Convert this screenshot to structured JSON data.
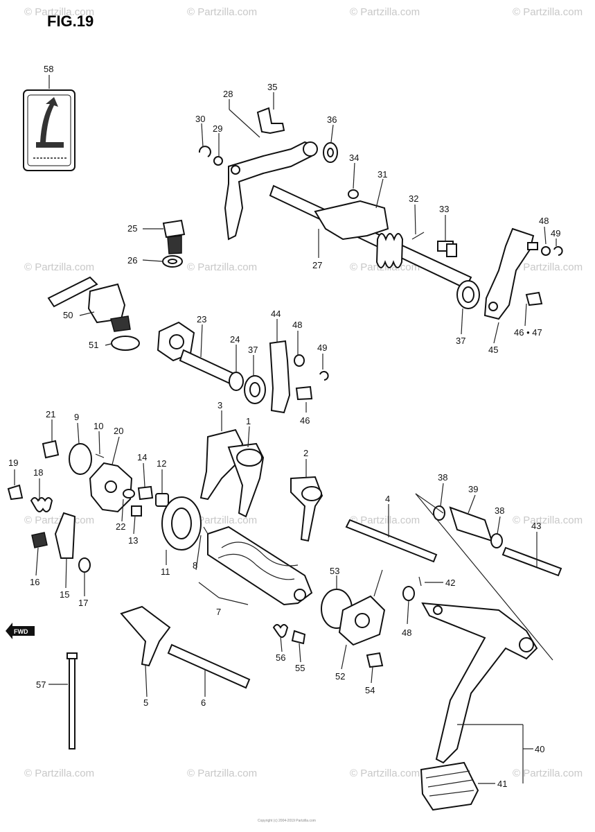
{
  "figure_title": "FIG.19",
  "watermarks": [
    "© Partzilla.com",
    "© Partzilla.com",
    "© Partzilla.com",
    "© Partzilla.com",
    "© Partzilla.com",
    "© Partzilla.com",
    "© Partzilla.com",
    "© Partzilla.com",
    "© Partzilla.com",
    "© Partzilla.com",
    "© Partzilla.com",
    "© Partzilla.com",
    "© Partzilla.com",
    "© Partzilla.com",
    "© Partzilla.com",
    "© Partzilla.com"
  ],
  "copyright_line": "Copyright (c) 2004-2019 Partzilla.com",
  "fwd_label": "FWD",
  "callouts": {
    "c1": "1",
    "c2": "2",
    "c3": "3",
    "c4": "4",
    "c5": "5",
    "c6": "6",
    "c7": "7",
    "c8": "8",
    "c9": "9",
    "c10": "10",
    "c11": "11",
    "c12": "12",
    "c13": "13",
    "c14": "14",
    "c15": "15",
    "c16": "16",
    "c17": "17",
    "c18": "18",
    "c19": "19",
    "c20": "20",
    "c21": "21",
    "c22": "22",
    "c23": "23",
    "c24": "24",
    "c25": "25",
    "c26": "26",
    "c27": "27",
    "c28": "28",
    "c29": "29",
    "c30": "30",
    "c31": "31",
    "c32": "32",
    "c33": "33",
    "c34": "34",
    "c35": "35",
    "c36": "36",
    "c37a": "37",
    "c37b": "37",
    "c38a": "38",
    "c38b": "38",
    "c39": "39",
    "c40": "40",
    "c41": "41",
    "c42": "42",
    "c43": "43",
    "c44": "44",
    "c45": "45",
    "c46a": "46",
    "c46b": "46 • 47",
    "c48a": "48",
    "c48b": "48",
    "c48c": "48",
    "c49a": "49",
    "c49b": "49",
    "c50": "50",
    "c51": "51",
    "c52": "52",
    "c53": "53",
    "c54": "54",
    "c55": "55",
    "c56": "56",
    "c57": "57",
    "c58": "58"
  }
}
